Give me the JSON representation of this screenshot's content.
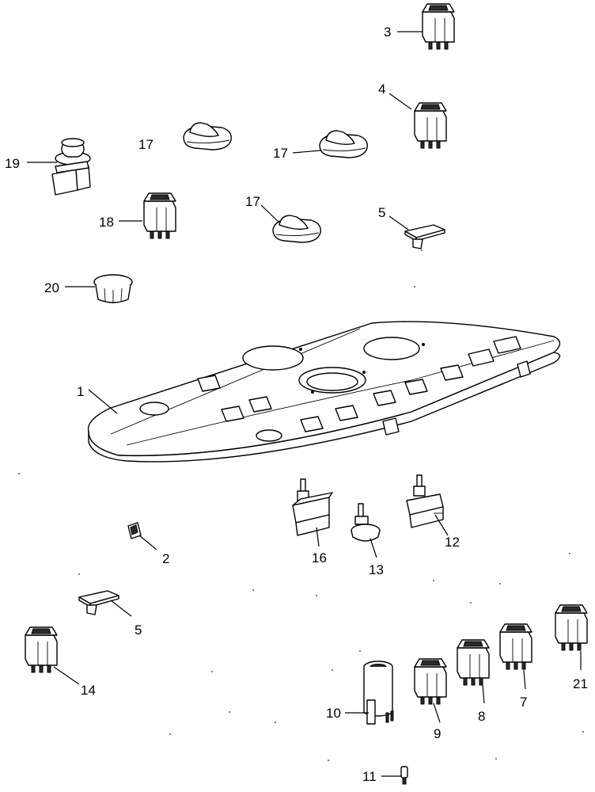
{
  "callouts": {
    "c1": "1",
    "c2": "2",
    "c3": "3",
    "c4": "4",
    "c5a": "5",
    "c5b": "5",
    "c7": "7",
    "c8": "8",
    "c9": "9",
    "c10": "10",
    "c11": "11",
    "c12": "12",
    "c13": "13",
    "c14": "14",
    "c16": "16",
    "c17a": "17",
    "c17b": "17",
    "c17c": "17",
    "c18": "18",
    "c19": "19",
    "c20": "20",
    "c21": "21"
  },
  "parts": [
    {
      "callout": "1",
      "icon": "instrument-panel-icon"
    },
    {
      "callout": "2",
      "icon": "clip-icon"
    },
    {
      "callout": "3",
      "icon": "rocker-switch-icon"
    },
    {
      "callout": "4",
      "icon": "rocker-switch-icon"
    },
    {
      "callout": "5",
      "icon": "blanking-plug-icon"
    },
    {
      "callout": "7",
      "icon": "rocker-switch-icon"
    },
    {
      "callout": "8",
      "icon": "rocker-switch-icon"
    },
    {
      "callout": "9",
      "icon": "rocker-switch-icon"
    },
    {
      "callout": "10",
      "icon": "ignition-switch-icon"
    },
    {
      "callout": "11",
      "icon": "key-icon"
    },
    {
      "callout": "12",
      "icon": "rotary-switch-icon"
    },
    {
      "callout": "13",
      "icon": "potentiometer-icon"
    },
    {
      "callout": "14",
      "icon": "rocker-switch-icon"
    },
    {
      "callout": "16",
      "icon": "rotary-switch-icon"
    },
    {
      "callout": "17",
      "icon": "knob-icon"
    },
    {
      "callout": "18",
      "icon": "rocker-switch-icon"
    },
    {
      "callout": "19",
      "icon": "push-button-switch-icon"
    },
    {
      "callout": "20",
      "icon": "round-plug-icon"
    },
    {
      "callout": "21",
      "icon": "rocker-switch-icon"
    }
  ]
}
